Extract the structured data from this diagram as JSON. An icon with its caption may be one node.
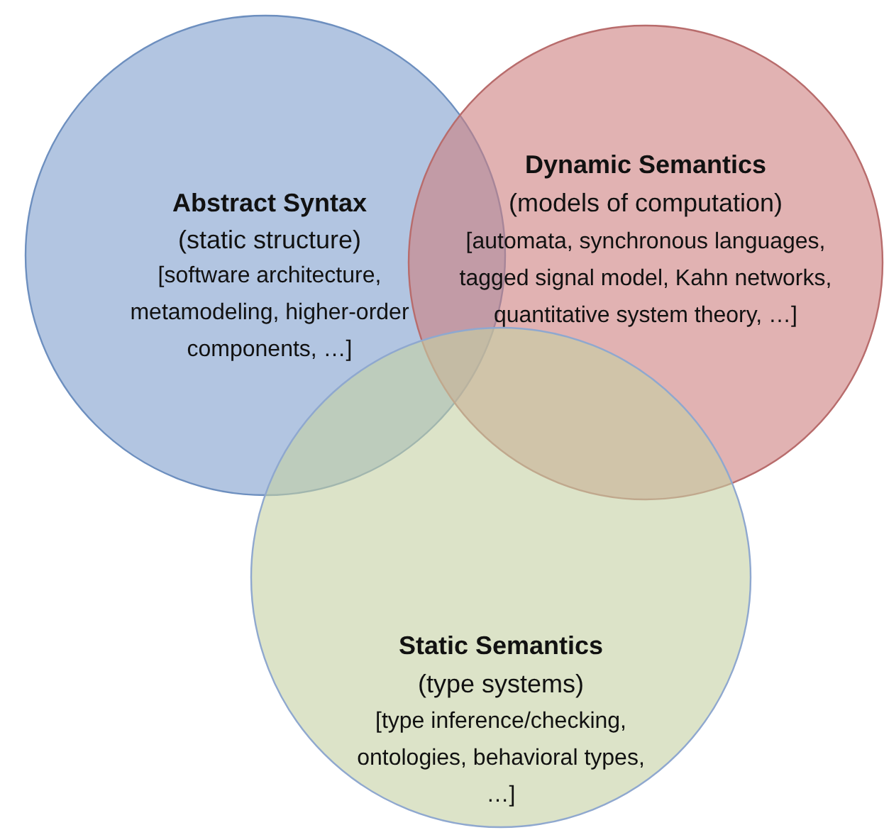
{
  "diagram": {
    "nodes": [
      {
        "text": [
          "Abstract Syntax",
          "(static structure)",
          "[software architecture, metamodeling, higher-order components, …]"
        ]
      },
      {
        "text": [
          "Dynamic Semantics",
          "(models of computation)",
          "[automata, synchronous languages, tagged signal model, Kahn networks, quantitative system theory, …]"
        ]
      },
      {
        "text": [
          "Static Semantics",
          "(type systems)",
          "[type inference/checking, ontologies, behavioral types, …]"
        ]
      }
    ],
    "edges": []
  }
}
